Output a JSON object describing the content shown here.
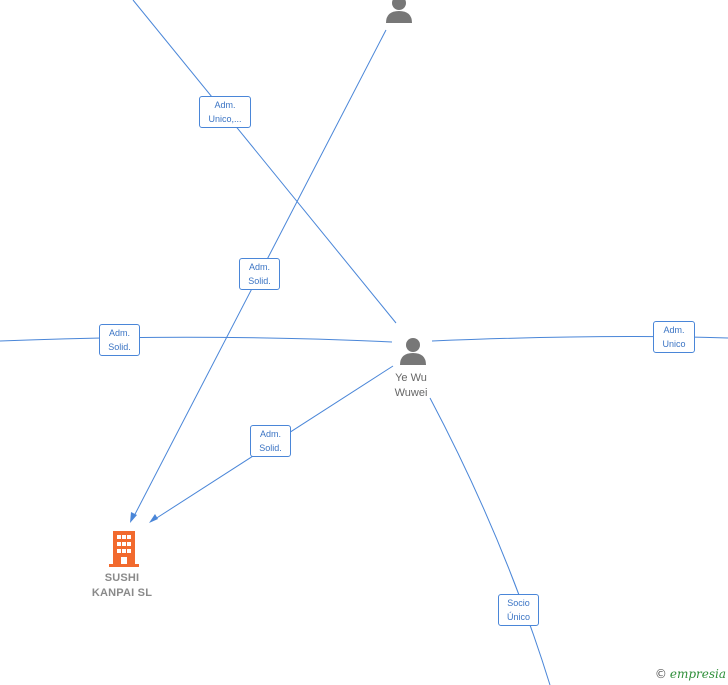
{
  "nodes": {
    "top_person": {
      "name_lines": []
    },
    "center_person": {
      "name_lines": [
        "Ye Wu",
        "Wuwei"
      ]
    },
    "company": {
      "name_lines": [
        "SUSHI",
        "KANPAI  SL"
      ]
    }
  },
  "edge_labels": [
    {
      "id": "top-left",
      "lines": [
        "Adm.",
        "Unico,..."
      ]
    },
    {
      "id": "upper-mid",
      "lines": [
        "Adm.",
        "Solid."
      ]
    },
    {
      "id": "left",
      "lines": [
        "Adm.",
        "Solid."
      ]
    },
    {
      "id": "right",
      "lines": [
        "Adm.",
        "Unico"
      ]
    },
    {
      "id": "center-to-company",
      "lines": [
        "Adm.",
        "Solid."
      ]
    },
    {
      "id": "bottom",
      "lines": [
        "Socio",
        "Único"
      ]
    }
  ],
  "colors": {
    "edge": "#4a86d8",
    "person_icon": "#777777",
    "company_icon": "#f26a2e"
  },
  "watermark": {
    "symbol": "©",
    "brand": "empresia"
  }
}
